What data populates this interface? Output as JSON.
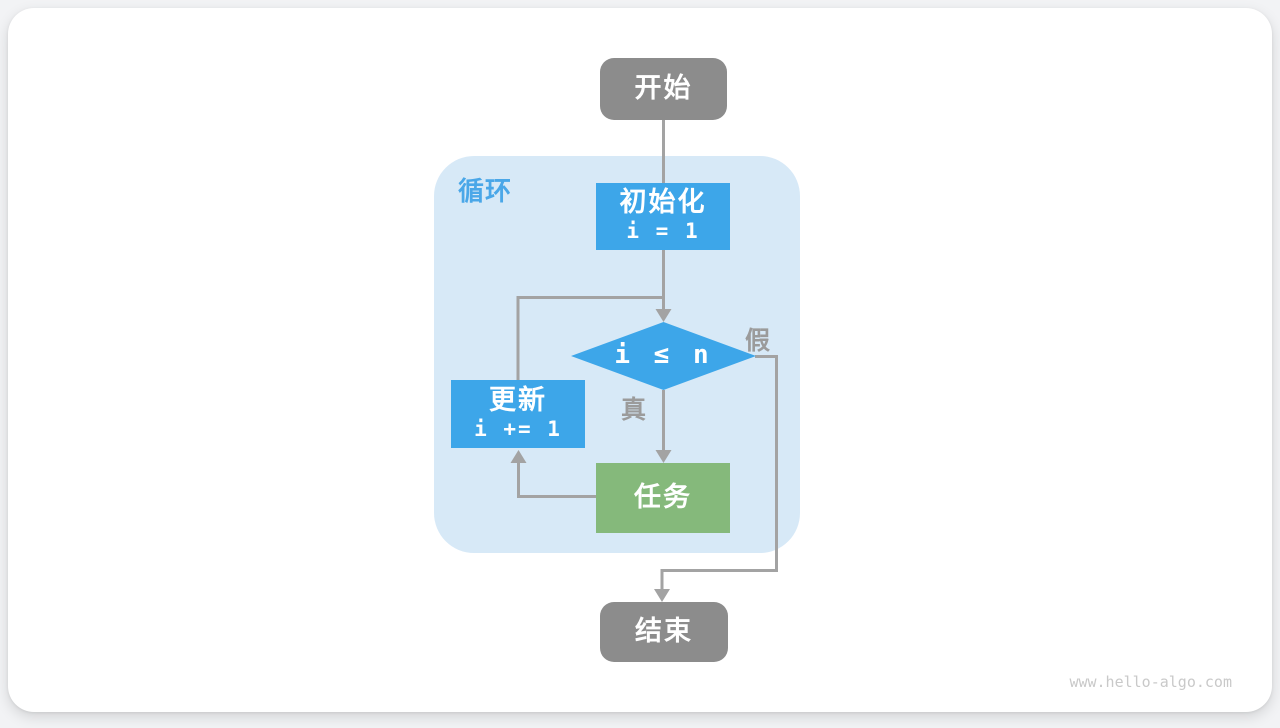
{
  "colors": {
    "page_bg": "#f2f3f5",
    "card_bg": "#ffffff",
    "node_blue": "#3da6e9",
    "node_green": "#85b97b",
    "node_gray": "#8c8c8c",
    "container_blue": "#d7e9f7",
    "loop_label_blue": "#4aa7e8",
    "edge_gray": "#a3a3a3",
    "branch_label_gray": "#9b9b9b",
    "watermark_gray": "#c9c9c9"
  },
  "flowchart": {
    "start_label": "开始",
    "loop_label": "循环",
    "init": {
      "title": "初始化",
      "code": "i = 1"
    },
    "condition_label": "i ≤ n",
    "branch_true_label": "真",
    "branch_false_label": "假",
    "update": {
      "title": "更新",
      "code": "i += 1"
    },
    "task_label": "任务",
    "end_label": "结束"
  },
  "footer": {
    "watermark": "www.hello-algo.com"
  }
}
